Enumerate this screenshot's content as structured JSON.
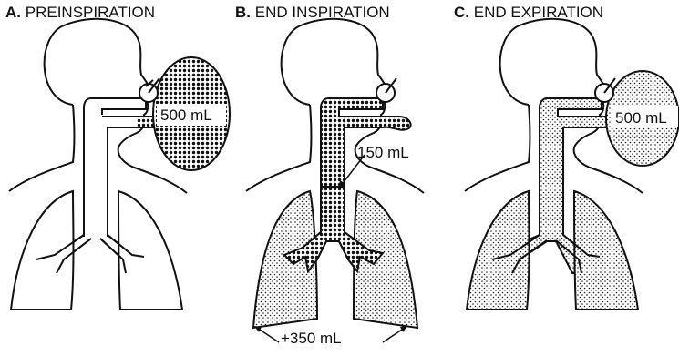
{
  "panels": [
    {
      "letter": "A.",
      "title": "PREINSPIRATION",
      "volume_label": "500 mL"
    },
    {
      "letter": "B.",
      "title": "END INSPIRATION",
      "dead_space_label": "150 mL",
      "alveolar_label": "+350 mL"
    },
    {
      "letter": "C.",
      "title": "END EXPIRATION",
      "volume_label": "500 mL"
    }
  ],
  "colors": {
    "stroke": "#111111",
    "fill_background": "#ffffff"
  }
}
